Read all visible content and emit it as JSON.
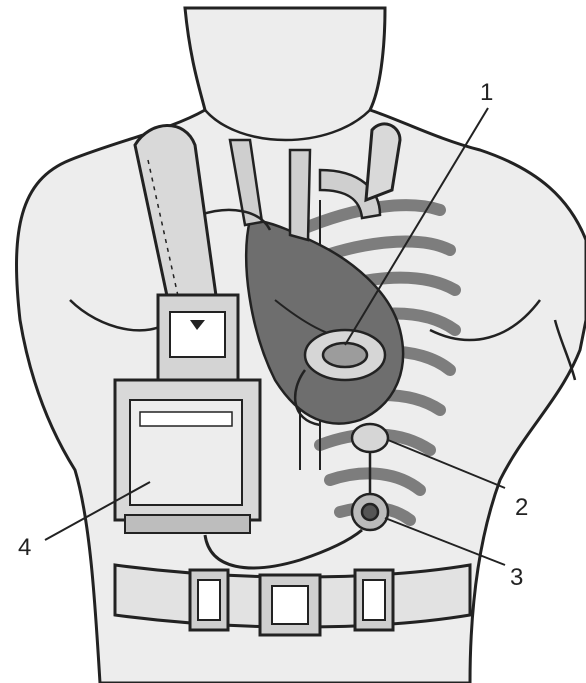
{
  "figure": {
    "callouts": [
      {
        "label": "1"
      },
      {
        "label": "2"
      },
      {
        "label": "3"
      },
      {
        "label": "4"
      }
    ],
    "colors": {
      "ink": "#222222",
      "skin": "#ececec",
      "heart": "#6e6e6e",
      "ribs": "#8a8a8a",
      "device": "#dcdcdc",
      "background": "#ffffff"
    }
  }
}
